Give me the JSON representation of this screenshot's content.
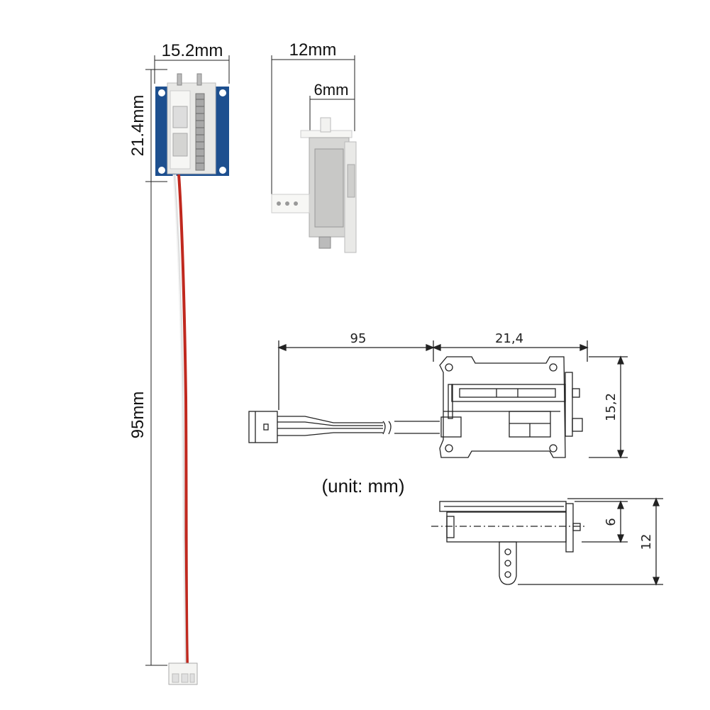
{
  "photo_dimensions": {
    "width": "15.2mm",
    "height": "21.4mm",
    "cable_length": "95mm",
    "side_width": "12mm",
    "side_depth": "6mm"
  },
  "drawing_dimensions": {
    "cable_length": "95",
    "body_length": "21,4",
    "body_width": "15,2",
    "side_depth": "6",
    "side_total": "12"
  },
  "unit_note": "(unit: mm)",
  "colors": {
    "pcb_blue": "#1d4f8f",
    "wire_red": "#c0281e",
    "line": "#222222"
  }
}
